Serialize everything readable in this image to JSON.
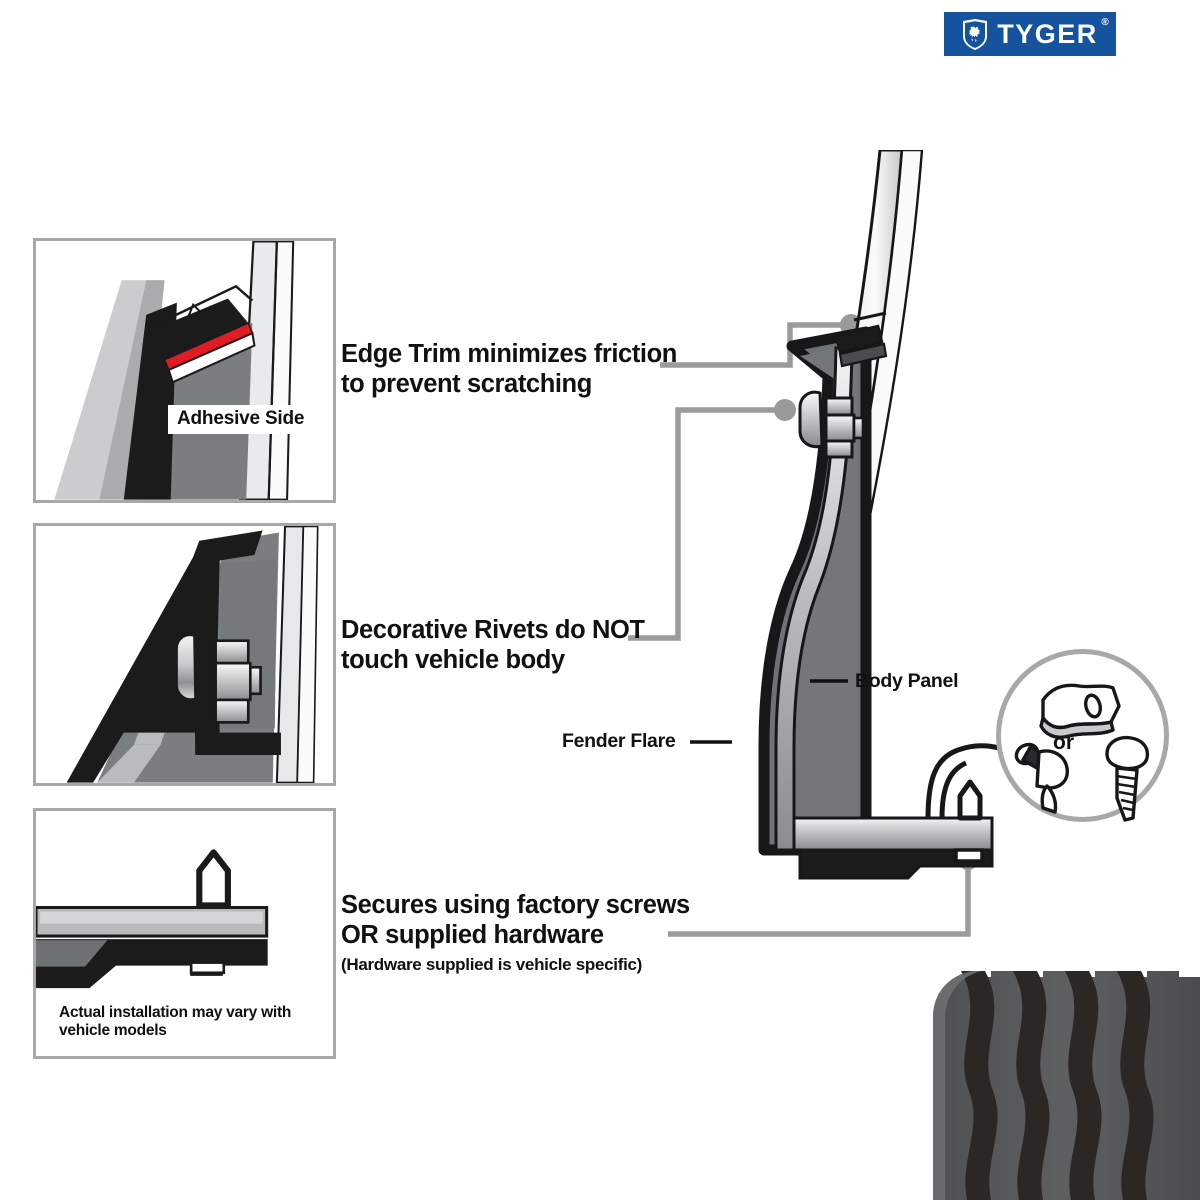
{
  "brand": {
    "name": "TYGER",
    "registered_mark": "®",
    "logo_color": "#15539e",
    "shield_icon": "tyger-shield-icon"
  },
  "panels": [
    {
      "id": "edge-trim",
      "icon": "fender-edge-trim-cross-section",
      "badge_label": "Adhesive Side",
      "accent_color": "#e01b24"
    },
    {
      "id": "rivet",
      "icon": "decorative-rivet-cross-section"
    },
    {
      "id": "hardware",
      "icon": "factory-screw-clip-cross-section",
      "note": "Actual installation may vary with vehicle models"
    }
  ],
  "callouts": [
    {
      "id": "edge-trim",
      "line1": "Edge Trim minimizes friction",
      "line2": "to prevent scratching",
      "sub": ""
    },
    {
      "id": "rivets",
      "line1": "Decorative Rivets do NOT",
      "line2": "touch vehicle body",
      "sub": ""
    },
    {
      "id": "hardware",
      "line1": "Secures using factory screws",
      "line2": "OR supplied hardware",
      "sub": "(Hardware supplied is vehicle specific)"
    }
  ],
  "part_labels": {
    "body_panel": "Body Panel",
    "fender_flare": "Fender Flare"
  },
  "hardware_inset": {
    "or_label": "or",
    "items": [
      "retainer-clip-plate-icon",
      "push-pin-rivet-icon",
      "screw-icon"
    ]
  },
  "colors": {
    "brand_blue": "#15539e",
    "flare_gray": "#6e7175",
    "flare_outline": "#17171a",
    "body_panel_silver": "#d9dadc",
    "panel_border": "#a8a8a8",
    "leader_line": "#9a9a9a",
    "adhesive_red": "#e01b24",
    "tire_gray": "#5a5c5e",
    "tire_groove": "#2a2724"
  }
}
